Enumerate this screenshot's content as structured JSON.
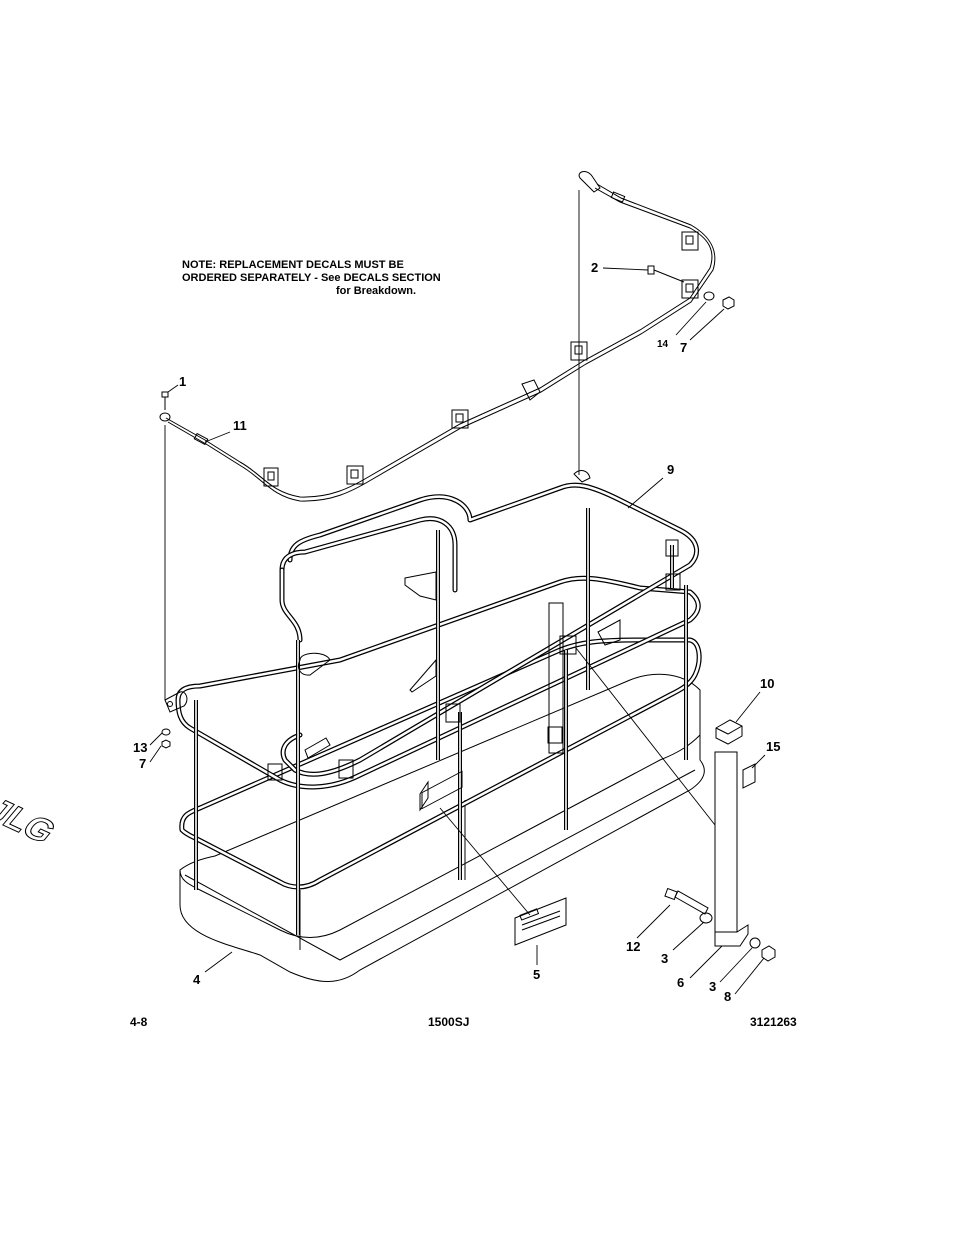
{
  "note": {
    "line1": "NOTE: REPLACEMENT DECALS MUST BE",
    "line2": "ORDERED SEPARATELY - See DECALS SECTION",
    "line3": "for Breakdown."
  },
  "callouts": {
    "c1": "1",
    "c2": "2",
    "c3a": "3",
    "c3b": "3",
    "c4": "4",
    "c5": "5",
    "c6": "6",
    "c7a": "7",
    "c7b": "7",
    "c8": "8",
    "c9": "9",
    "c10": "10",
    "c11": "11",
    "c12": "12",
    "c13": "13",
    "c14": "14",
    "c15": "15"
  },
  "footer": {
    "page": "4-8",
    "model": "1500SJ",
    "doc_number": "3121263"
  },
  "logo_text": "JLG"
}
